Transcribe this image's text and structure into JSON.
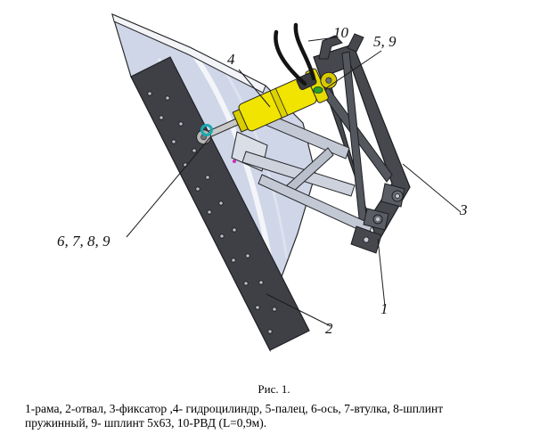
{
  "figure": {
    "callouts": [
      {
        "text": "10"
      },
      {
        "text": "5, 9"
      },
      {
        "text": "4"
      },
      {
        "text": "3"
      },
      {
        "text": "1"
      },
      {
        "text": "2"
      },
      {
        "text": "6, 7, 8, 9"
      }
    ],
    "caption": "Рис. 1.",
    "description_lines": [
      "1-рама, 2-отвал, 3-фиксатор ,4- гидроцилиндр, 5-палец, 6-ось, 7-втулка, 8-шплинт",
      "пружинный, 9- шплинт 5х63, 10-РВД (L=0,9м)."
    ],
    "parts": [
      {
        "num": "1",
        "name": "рама"
      },
      {
        "num": "2",
        "name": "отвал"
      },
      {
        "num": "3",
        "name": "фиксатор"
      },
      {
        "num": "4",
        "name": "гидроцилиндр"
      },
      {
        "num": "5",
        "name": "палец"
      },
      {
        "num": "6",
        "name": "ось"
      },
      {
        "num": "7",
        "name": "втулка"
      },
      {
        "num": "8",
        "name": "шплинт пружинный"
      },
      {
        "num": "9",
        "name": "шплинт 5х63"
      },
      {
        "num": "10",
        "name": "РВД (L=0,9м)"
      }
    ],
    "colors": {
      "blade_face": "#cfd6e8",
      "blade_edge_panel": "#3e4046",
      "frame": "#46484e",
      "cylinder_yellow": "#f0e400",
      "hose_black": "#141414",
      "fitting_green": "#2f9e2f",
      "bushing_teal": "#18aab0"
    }
  }
}
